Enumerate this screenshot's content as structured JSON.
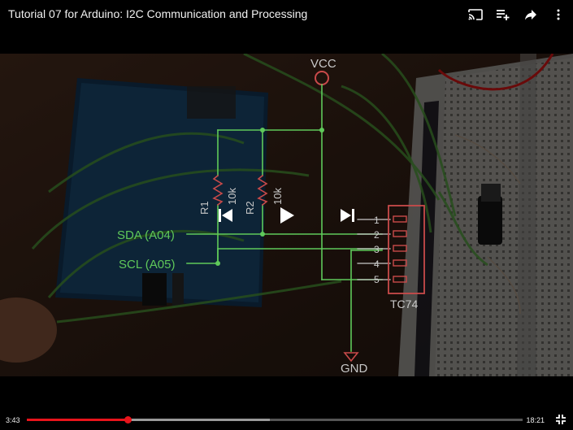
{
  "video": {
    "title": "Tutorial 07 for Arduino: I2C Communication and Processing",
    "current_time": "3:43",
    "duration": "18:21",
    "progress_played": 0.204,
    "progress_buffered": 0.49
  },
  "icons": {
    "cast": "cast-icon",
    "add_to_queue": "playlist-add-icon",
    "share": "share-icon",
    "more": "more-vert-icon",
    "previous": "skip-previous-icon",
    "play": "play-icon",
    "next": "skip-next-icon",
    "fullscreen": "exit-fullscreen-icon"
  },
  "schematic": {
    "vcc": "VCC",
    "gnd": "GND",
    "sda": "SDA (A04)",
    "scl": "SCL (A05)",
    "r1": "R1",
    "r2": "R2",
    "r1_value": "10k",
    "r2_value": "10k",
    "chip": "TC74",
    "pins": [
      "1",
      "2",
      "3",
      "4",
      "5"
    ]
  },
  "colors": {
    "wire": "#5fc95a",
    "component": "#c94a4a",
    "label": "#c8c8c8",
    "progress": "#e8141b"
  }
}
